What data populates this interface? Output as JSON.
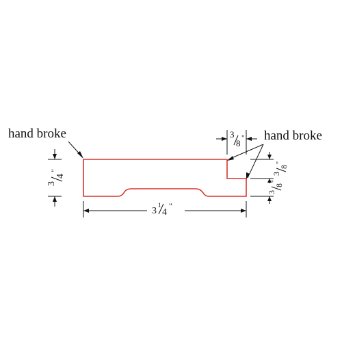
{
  "colors": {
    "profile": "#d9342b",
    "ink": "#111111",
    "background": "#ffffff"
  },
  "labels": {
    "left_note": "hand broke",
    "right_note": "hand broke"
  },
  "dimensions": {
    "height": {
      "whole": "3",
      "frac": "4",
      "unit": "\""
    },
    "width": {
      "whole": "3",
      "frac": "4",
      "unit": "\""
    },
    "rabbet_width": {
      "whole": "3",
      "frac": "8",
      "unit": "\""
    },
    "rabbet_upper": {
      "whole": "3",
      "frac": "8",
      "unit": "\""
    },
    "rabbet_lower": {
      "whole": "3",
      "frac": "8",
      "unit": "\""
    }
  }
}
